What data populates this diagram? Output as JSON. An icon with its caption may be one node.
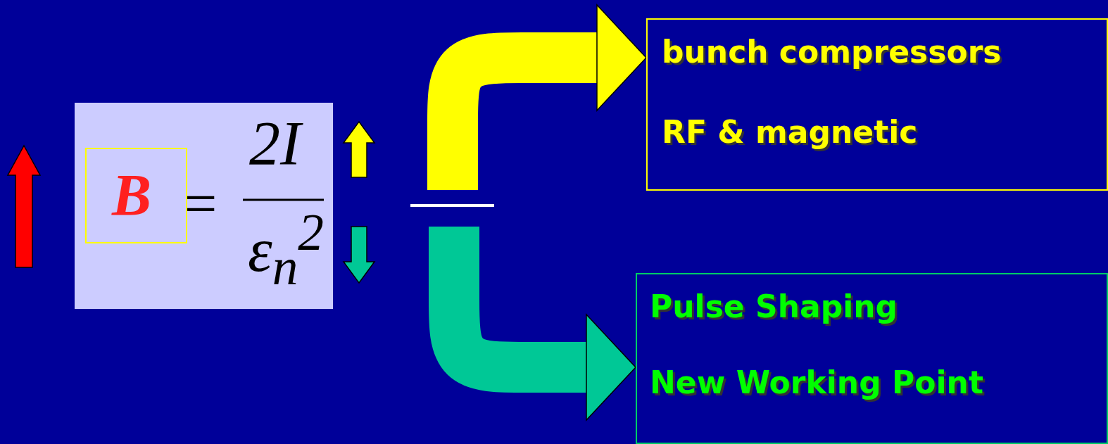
{
  "diagram": {
    "nodes": [
      {
        "text": [
          "=",
          "2I",
          "ε$_{n}$$^{2}$"
        ]
      },
      {
        "text": [
          "B"
        ],
        "in": 0
      },
      {
        "text": [
          "bunch compressors",
          "RF & magnetic"
        ]
      },
      {
        "text": [
          "Pulse Shaping",
          "New Working Point"
        ]
      }
    ],
    "edges": [
      {
        "from": null,
        "to": 2,
        "arrow": "to",
        "color": "#ffff00"
      },
      {
        "from": null,
        "to": 3,
        "arrow": "to",
        "color": "#00c896"
      }
    ]
  }
}
